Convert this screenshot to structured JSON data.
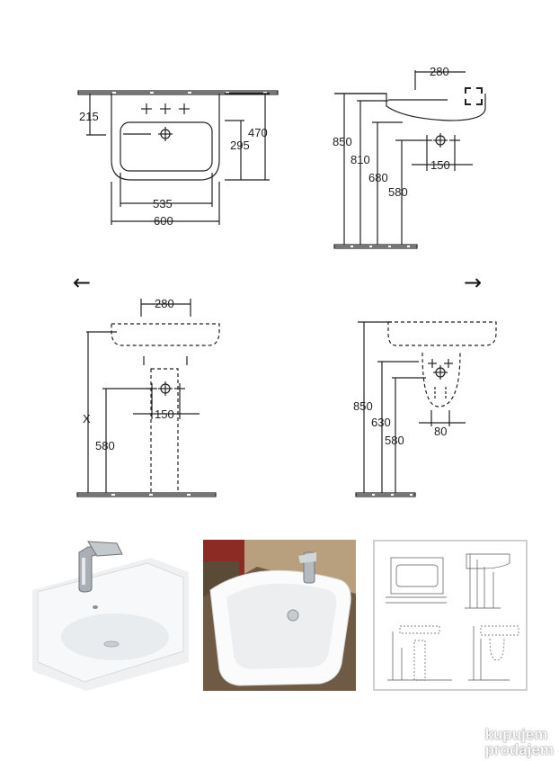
{
  "nav": {
    "prev_icon": "←",
    "next_icon": "→"
  },
  "expand_icon": "fullscreen-icon",
  "drawing_top_left": {
    "d215": "215",
    "d470": "470",
    "d295": "295",
    "d535": "535",
    "d600": "600"
  },
  "drawing_top_right": {
    "d280": "280",
    "d850": "850",
    "d810": "810",
    "d680": "680",
    "d580": "580",
    "d150": "150"
  },
  "drawing_bottom_left": {
    "d280": "280",
    "x": "X",
    "d150": "150",
    "d580": "580"
  },
  "drawing_bottom_right": {
    "d850": "850",
    "d630": "630",
    "d580": "580",
    "d80": "80"
  },
  "thumbnails": [
    "basin-with-faucet-photo",
    "basin-in-bathroom-photo",
    "technical-drawing-thumbnail"
  ],
  "watermark": {
    "line1": "kupujem",
    "line2": "prodajem"
  }
}
